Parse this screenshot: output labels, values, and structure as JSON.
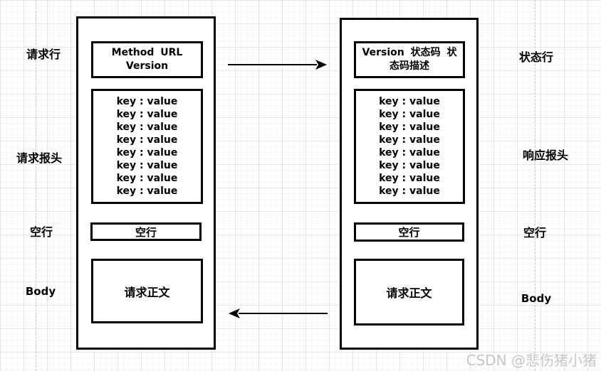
{
  "watermark": "CSDN @悲伤猪小猪",
  "request": {
    "label_line": "请求行",
    "label_headers": "请求报头",
    "label_empty": "空行",
    "label_body": "Body",
    "line_box": "Method URL Version",
    "headers": [
      "key : value",
      "key : value",
      "key : value",
      "key : value",
      "key : value",
      "key : value",
      "key : value",
      "key : value"
    ],
    "empty_box": "空行",
    "body_box": "请求正文"
  },
  "response": {
    "label_line": "状态行",
    "label_headers": "响应报头",
    "label_empty": "空行",
    "label_body": "Body",
    "line_box": "Version 状态码 状态码描述",
    "headers": [
      "key : value",
      "key : value",
      "key : value",
      "key : value",
      "key : value",
      "key : value",
      "key : value",
      "key : value"
    ],
    "empty_box": "空行",
    "body_box": "请求正文"
  },
  "colors": {
    "stroke": "#000000",
    "grid_minor": "#f4f4f4",
    "grid_major": "#e4e4e4",
    "guide_line": "#c9c9c9",
    "watermark": "#c6c6c6",
    "box_fill": "#ffffff"
  }
}
